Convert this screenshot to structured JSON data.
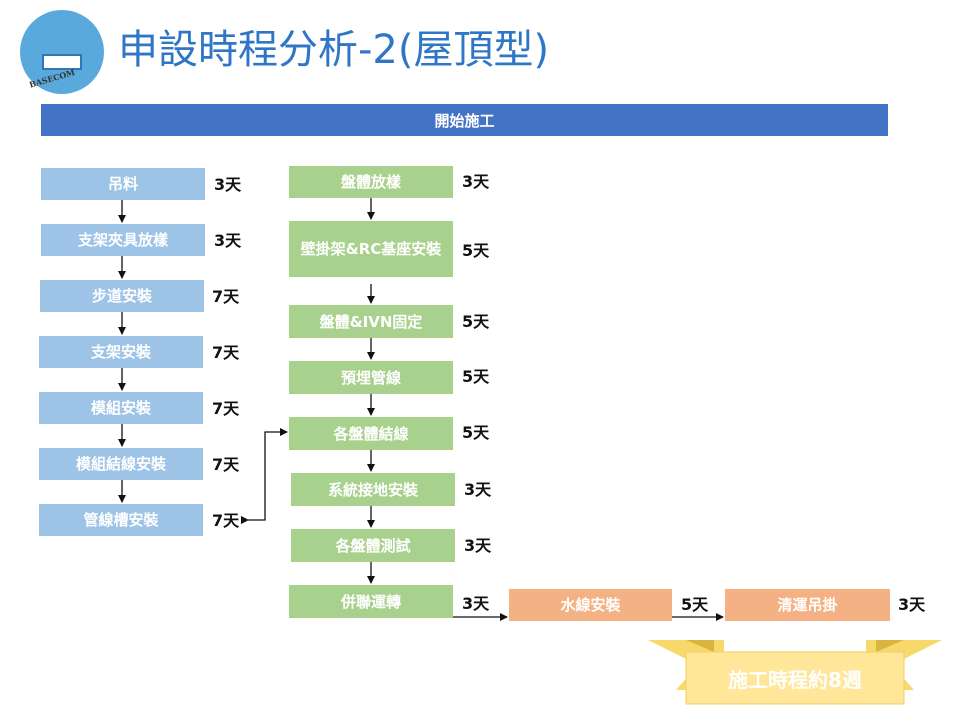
{
  "header": {
    "title": "申設時程分析-2(屋頂型)",
    "logo_text": "BASECOM"
  },
  "banner": "開始施工",
  "column_left": [
    {
      "label": "吊料",
      "duration": "3天"
    },
    {
      "label": "支架夾具放樣",
      "duration": "3天"
    },
    {
      "label": "步道安裝",
      "duration": "7天"
    },
    {
      "label": "支架安裝",
      "duration": "7天"
    },
    {
      "label": "模組安裝",
      "duration": "7天"
    },
    {
      "label": "模組結線安裝",
      "duration": "7天"
    },
    {
      "label": "管線槽安裝",
      "duration": "7天"
    }
  ],
  "column_mid": [
    {
      "label": "盤體放樣",
      "duration": "3天"
    },
    {
      "label": "壁掛架&RC基座安裝",
      "duration": "5天"
    },
    {
      "label": "盤體&IVN固定",
      "duration": "5天"
    },
    {
      "label": "預埋管線",
      "duration": "5天"
    },
    {
      "label": "各盤體結線",
      "duration": "5天"
    },
    {
      "label": "系統接地安裝",
      "duration": "3天"
    },
    {
      "label": "各盤體測試",
      "duration": "3天"
    },
    {
      "label": "併聯運轉",
      "duration": "3天"
    }
  ],
  "row_bottom": [
    {
      "label": "水線安裝",
      "duration": "5天"
    },
    {
      "label": "清運吊掛",
      "duration": "3天"
    }
  ],
  "summary": "施工時程約8週",
  "colors": {
    "title": "#2f77c6",
    "banner": "#4472c4",
    "left_boxes": "#9dc3e6",
    "mid_boxes": "#a9d18e",
    "bottom_boxes": "#f4b183",
    "ribbon": "#ffe699"
  }
}
